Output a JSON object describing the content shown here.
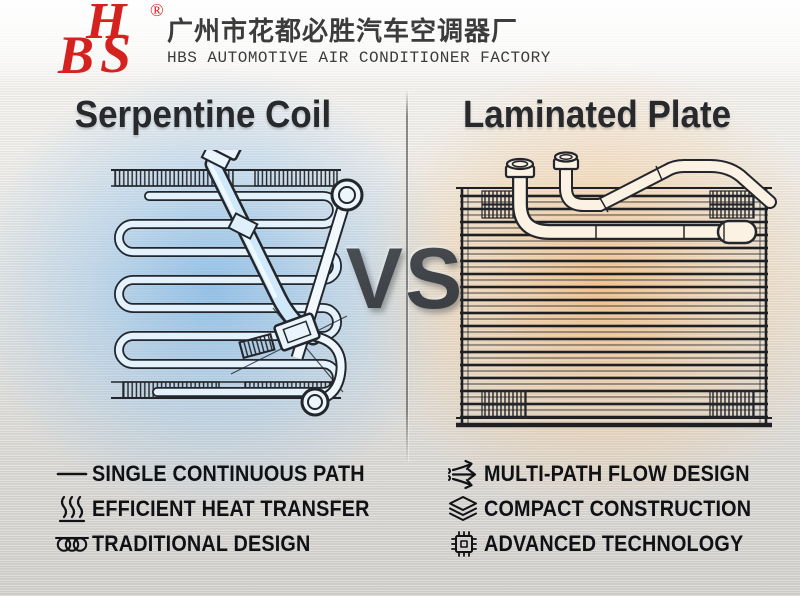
{
  "header": {
    "logo": {
      "letter_h": "H",
      "letter_b": "B",
      "letter_s": "S",
      "registered_mark": "®",
      "color": "#d6221f"
    },
    "company_name_cn": "广州市花都必胜汽车空调器厂",
    "company_name_en": "HBS AUTOMOTIVE AIR CONDITIONER FACTORY"
  },
  "comparison": {
    "vs_label": "VS",
    "divider_color": "#595b5e",
    "vs_color": "#3e4247",
    "left": {
      "title": "Serpentine Coil",
      "glow_color": "#aed3f0",
      "illustration": "serpentine-coil-evaporator-line-drawing",
      "features": [
        {
          "icon": "single-line-icon",
          "label": "SINGLE CONTINUOUS PATH"
        },
        {
          "icon": "heat-waves-icon",
          "label": "EFFICIENT HEAT TRANSFER"
        },
        {
          "icon": "coil-loops-icon",
          "label": "TRADITIONAL DESIGN"
        }
      ]
    },
    "right": {
      "title": "Laminated Plate",
      "glow_color": "#f6d4a4",
      "illustration": "laminated-plate-evaporator-line-drawing",
      "features": [
        {
          "icon": "multi-path-arrows-icon",
          "label": "MULTI-PATH FLOW DESIGN"
        },
        {
          "icon": "layers-icon",
          "label": "COMPACT CONSTRUCTION"
        },
        {
          "icon": "chip-icon",
          "label": "ADVANCED TECHNOLOGY"
        }
      ]
    }
  }
}
